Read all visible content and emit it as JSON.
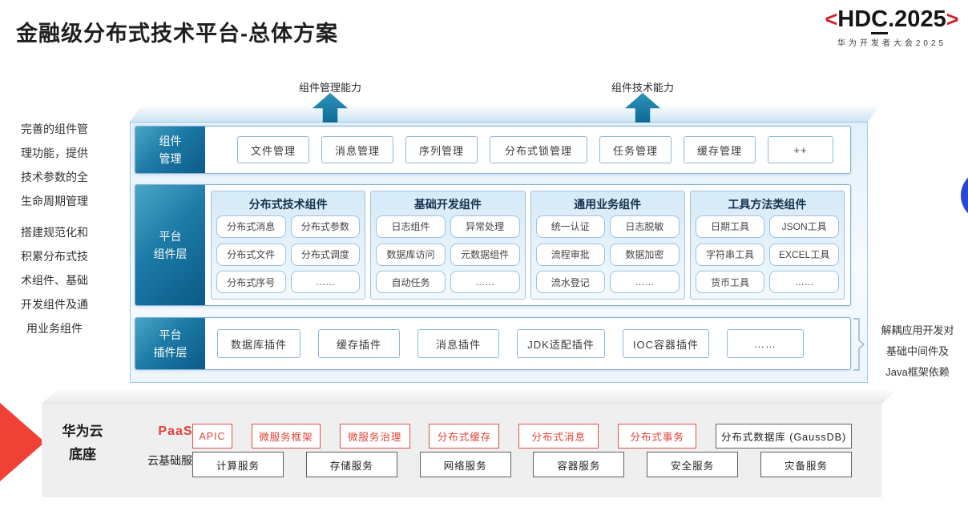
{
  "title": "金融级分布式技术平台-总体方案",
  "logo": {
    "left_bracket": "<",
    "text_pre": "HD",
    "text_c": "C",
    "text_post": ".2025",
    "right_bracket": ">",
    "subtitle": "华为开发者大会2025"
  },
  "capability_arrows": [
    {
      "label": "组件管理能力"
    },
    {
      "label": "组件技术能力"
    }
  ],
  "left_notes": [
    {
      "lines": [
        "完善的组件管",
        "理功能，提供",
        "技术参数的全",
        "生命周期管理"
      ]
    },
    {
      "lines": [
        "搭建规范化和",
        "积累分布式技",
        "术组件、基础",
        "开发组件及通",
        "用业务组件"
      ]
    }
  ],
  "right_note": {
    "lines": [
      "解耦应用开发对",
      "基础中间件及",
      "Java框架依赖"
    ]
  },
  "layers": {
    "component_mgmt": {
      "label_lines": [
        "组件",
        "管理"
      ],
      "items": [
        "文件管理",
        "消息管理",
        "序列管理",
        "分布式锁管理",
        "任务管理",
        "缓存管理",
        "++"
      ]
    },
    "platform_components": {
      "label_lines": [
        "平台",
        "组件层"
      ],
      "columns": [
        {
          "header": "分布式技术组件",
          "items": [
            "分布式消息",
            "分布式参数",
            "分布式文件",
            "分布式调度",
            "分布式序号",
            "……"
          ]
        },
        {
          "header": "基础开发组件",
          "items": [
            "日志组件",
            "异常处理",
            "数据库访问",
            "元数据组件",
            "自动任务",
            "……"
          ]
        },
        {
          "header": "通用业务组件",
          "items": [
            "统一认证",
            "日志脱敏",
            "流程审批",
            "数据加密",
            "流水登记",
            "……"
          ]
        },
        {
          "header": "工具方法类组件",
          "items": [
            "日期工具",
            "JSON工具",
            "字符串工具",
            "EXCEL工具",
            "货币工具",
            "……"
          ]
        }
      ]
    },
    "platform_plugins": {
      "label_lines": [
        "平台",
        "插件层"
      ],
      "items": [
        "数据库插件",
        "缓存插件",
        "消息插件",
        "JDK适配插件",
        "IOC容器插件",
        "……"
      ]
    }
  },
  "foundation": {
    "label_lines": [
      "华为云",
      "底座"
    ],
    "paas": {
      "label": "PaaS",
      "items": [
        "APIC",
        "微服务框架",
        "微服务治理",
        "分布式缓存",
        "分布式消息",
        "分布式事务"
      ],
      "db_item": "分布式数据库 (GaussDB)"
    },
    "cloud": {
      "label": "云基础服务",
      "items": [
        "计算服务",
        "存储服务",
        "网络服务",
        "容器服务",
        "安全服务",
        "灾备服务"
      ]
    }
  },
  "colors": {
    "hdc_red": "#cf202a",
    "accent_red": "#df4338",
    "layer_label_gradient_start": "#4aa6c6",
    "layer_label_gradient_end": "#0b5a88",
    "arrow_teal": "#0d6a96",
    "box_border_blue": "#8fb6d9",
    "royal_blue_dot": "#2b45d4",
    "foundation_gray": "#efeff0"
  }
}
